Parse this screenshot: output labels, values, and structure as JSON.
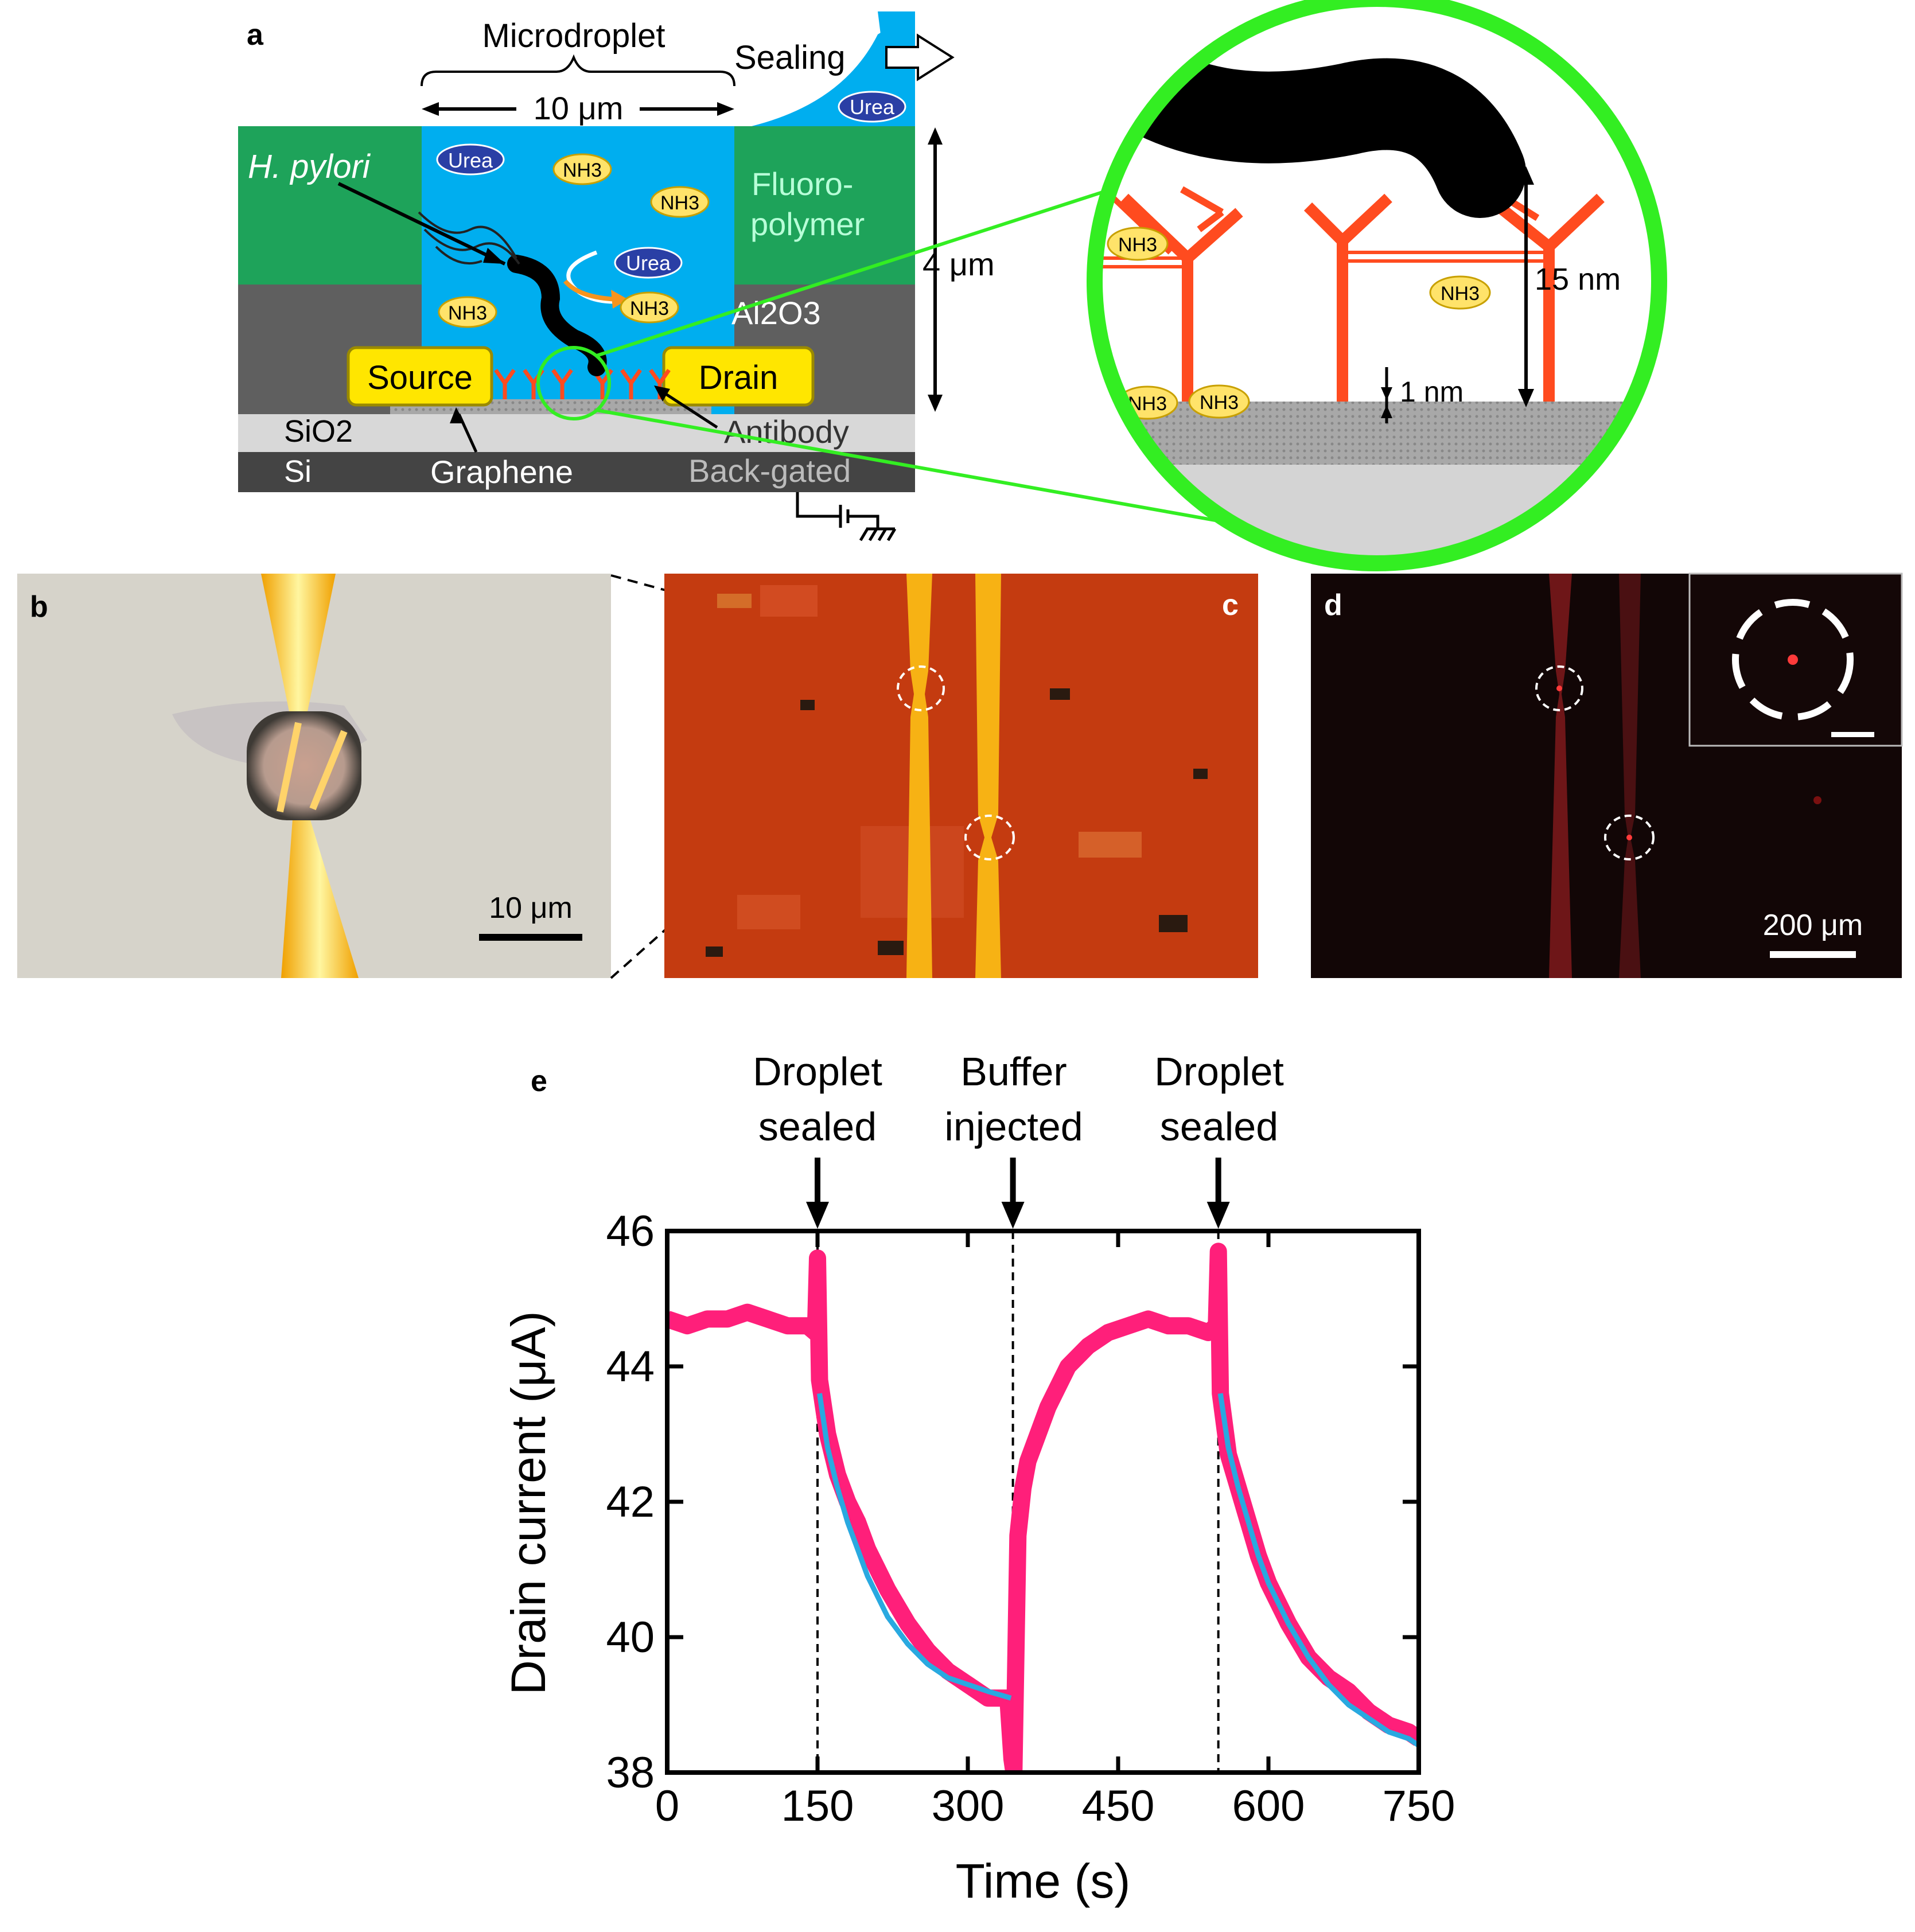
{
  "panel_a": {
    "letter": "a",
    "microdroplet": "Microdroplet",
    "sealing": "Sealing",
    "width_label": "10 μm",
    "height_label": "4 μm",
    "h_pylori": "H. pylori",
    "fluoro_line1": "Fluoro-",
    "fluoro_line2": "polymer",
    "al2o3": "Al2O3",
    "source": "Source",
    "drain": "Drain",
    "sio2": "SiO2",
    "si": "Si",
    "graphene": "Graphene",
    "antibody": "Antibody",
    "back_gated": "Back-gated",
    "urea": "Urea",
    "nh3": "NH3",
    "zoom_15nm": "15 nm",
    "zoom_1nm": "1 nm",
    "colors": {
      "droplet": "#00aeef",
      "polymer": "#1ea35a",
      "oxide": "#5a5a5a",
      "electrode": "#ffe600",
      "antibody": "#ff4b1f",
      "zoom_ring": "#33ee22"
    }
  },
  "panel_b": {
    "letter": "b",
    "scalebar": "10 μm"
  },
  "panel_c": {
    "letter": "c"
  },
  "panel_d": {
    "letter": "d",
    "scalebar": "200 μm"
  },
  "panel_e": {
    "letter": "e",
    "annotations": [
      {
        "line1": "Droplet",
        "line2": "sealed",
        "t": 150
      },
      {
        "line1": "Buffer",
        "line2": "injected",
        "t": 345
      },
      {
        "line1": "Droplet",
        "line2": "sealed",
        "t": 550
      }
    ]
  },
  "chart_data": {
    "type": "line",
    "xlabel": "Time (s)",
    "ylabel": "Drain current (μA)",
    "xlim": [
      0,
      750
    ],
    "ylim": [
      38,
      46
    ],
    "xticks": [
      0,
      150,
      300,
      450,
      600,
      750
    ],
    "yticks": [
      38,
      40,
      42,
      44,
      46
    ],
    "series": [
      {
        "color": "#ff1f7a",
        "x": [
          0,
          20,
          40,
          60,
          80,
          100,
          120,
          140,
          148,
          150,
          152,
          160,
          170,
          180,
          190,
          200,
          220,
          240,
          260,
          280,
          300,
          320,
          340,
          344,
          346,
          350,
          355,
          360,
          370,
          380,
          390,
          400,
          420,
          440,
          460,
          480,
          500,
          520,
          540,
          548,
          550,
          552,
          560,
          570,
          580,
          590,
          600,
          620,
          640,
          660,
          680,
          700,
          720,
          740,
          750
        ],
        "y": [
          44.7,
          44.6,
          44.7,
          44.7,
          44.8,
          44.7,
          44.6,
          44.6,
          44.5,
          45.6,
          43.8,
          43.0,
          42.4,
          42.0,
          41.7,
          41.3,
          40.7,
          40.2,
          39.8,
          39.5,
          39.3,
          39.1,
          39.1,
          38.2,
          38.0,
          41.5,
          42.2,
          42.6,
          43.0,
          43.4,
          43.7,
          44.0,
          44.3,
          44.5,
          44.6,
          44.7,
          44.6,
          44.6,
          44.5,
          44.6,
          45.7,
          43.6,
          42.7,
          42.2,
          41.7,
          41.2,
          40.8,
          40.2,
          39.7,
          39.4,
          39.2,
          38.9,
          38.7,
          38.6,
          38.5
        ]
      },
      {
        "color": "#29a9e0",
        "x": [
          152,
          160,
          170,
          180,
          190,
          200,
          220,
          240,
          260,
          280,
          300,
          320,
          343
        ],
        "y": [
          43.6,
          42.8,
          42.2,
          41.7,
          41.3,
          40.9,
          40.3,
          39.9,
          39.6,
          39.4,
          39.3,
          39.2,
          39.1
        ],
        "name": ""
      },
      {
        "color": "#29a9e0",
        "x": [
          552,
          560,
          570,
          580,
          590,
          600,
          620,
          640,
          660,
          680,
          700,
          720,
          740,
          750
        ],
        "y": [
          43.6,
          42.8,
          42.2,
          41.7,
          41.2,
          40.8,
          40.2,
          39.7,
          39.3,
          39.0,
          38.8,
          38.6,
          38.5,
          38.4
        ],
        "name": ""
      }
    ]
  }
}
